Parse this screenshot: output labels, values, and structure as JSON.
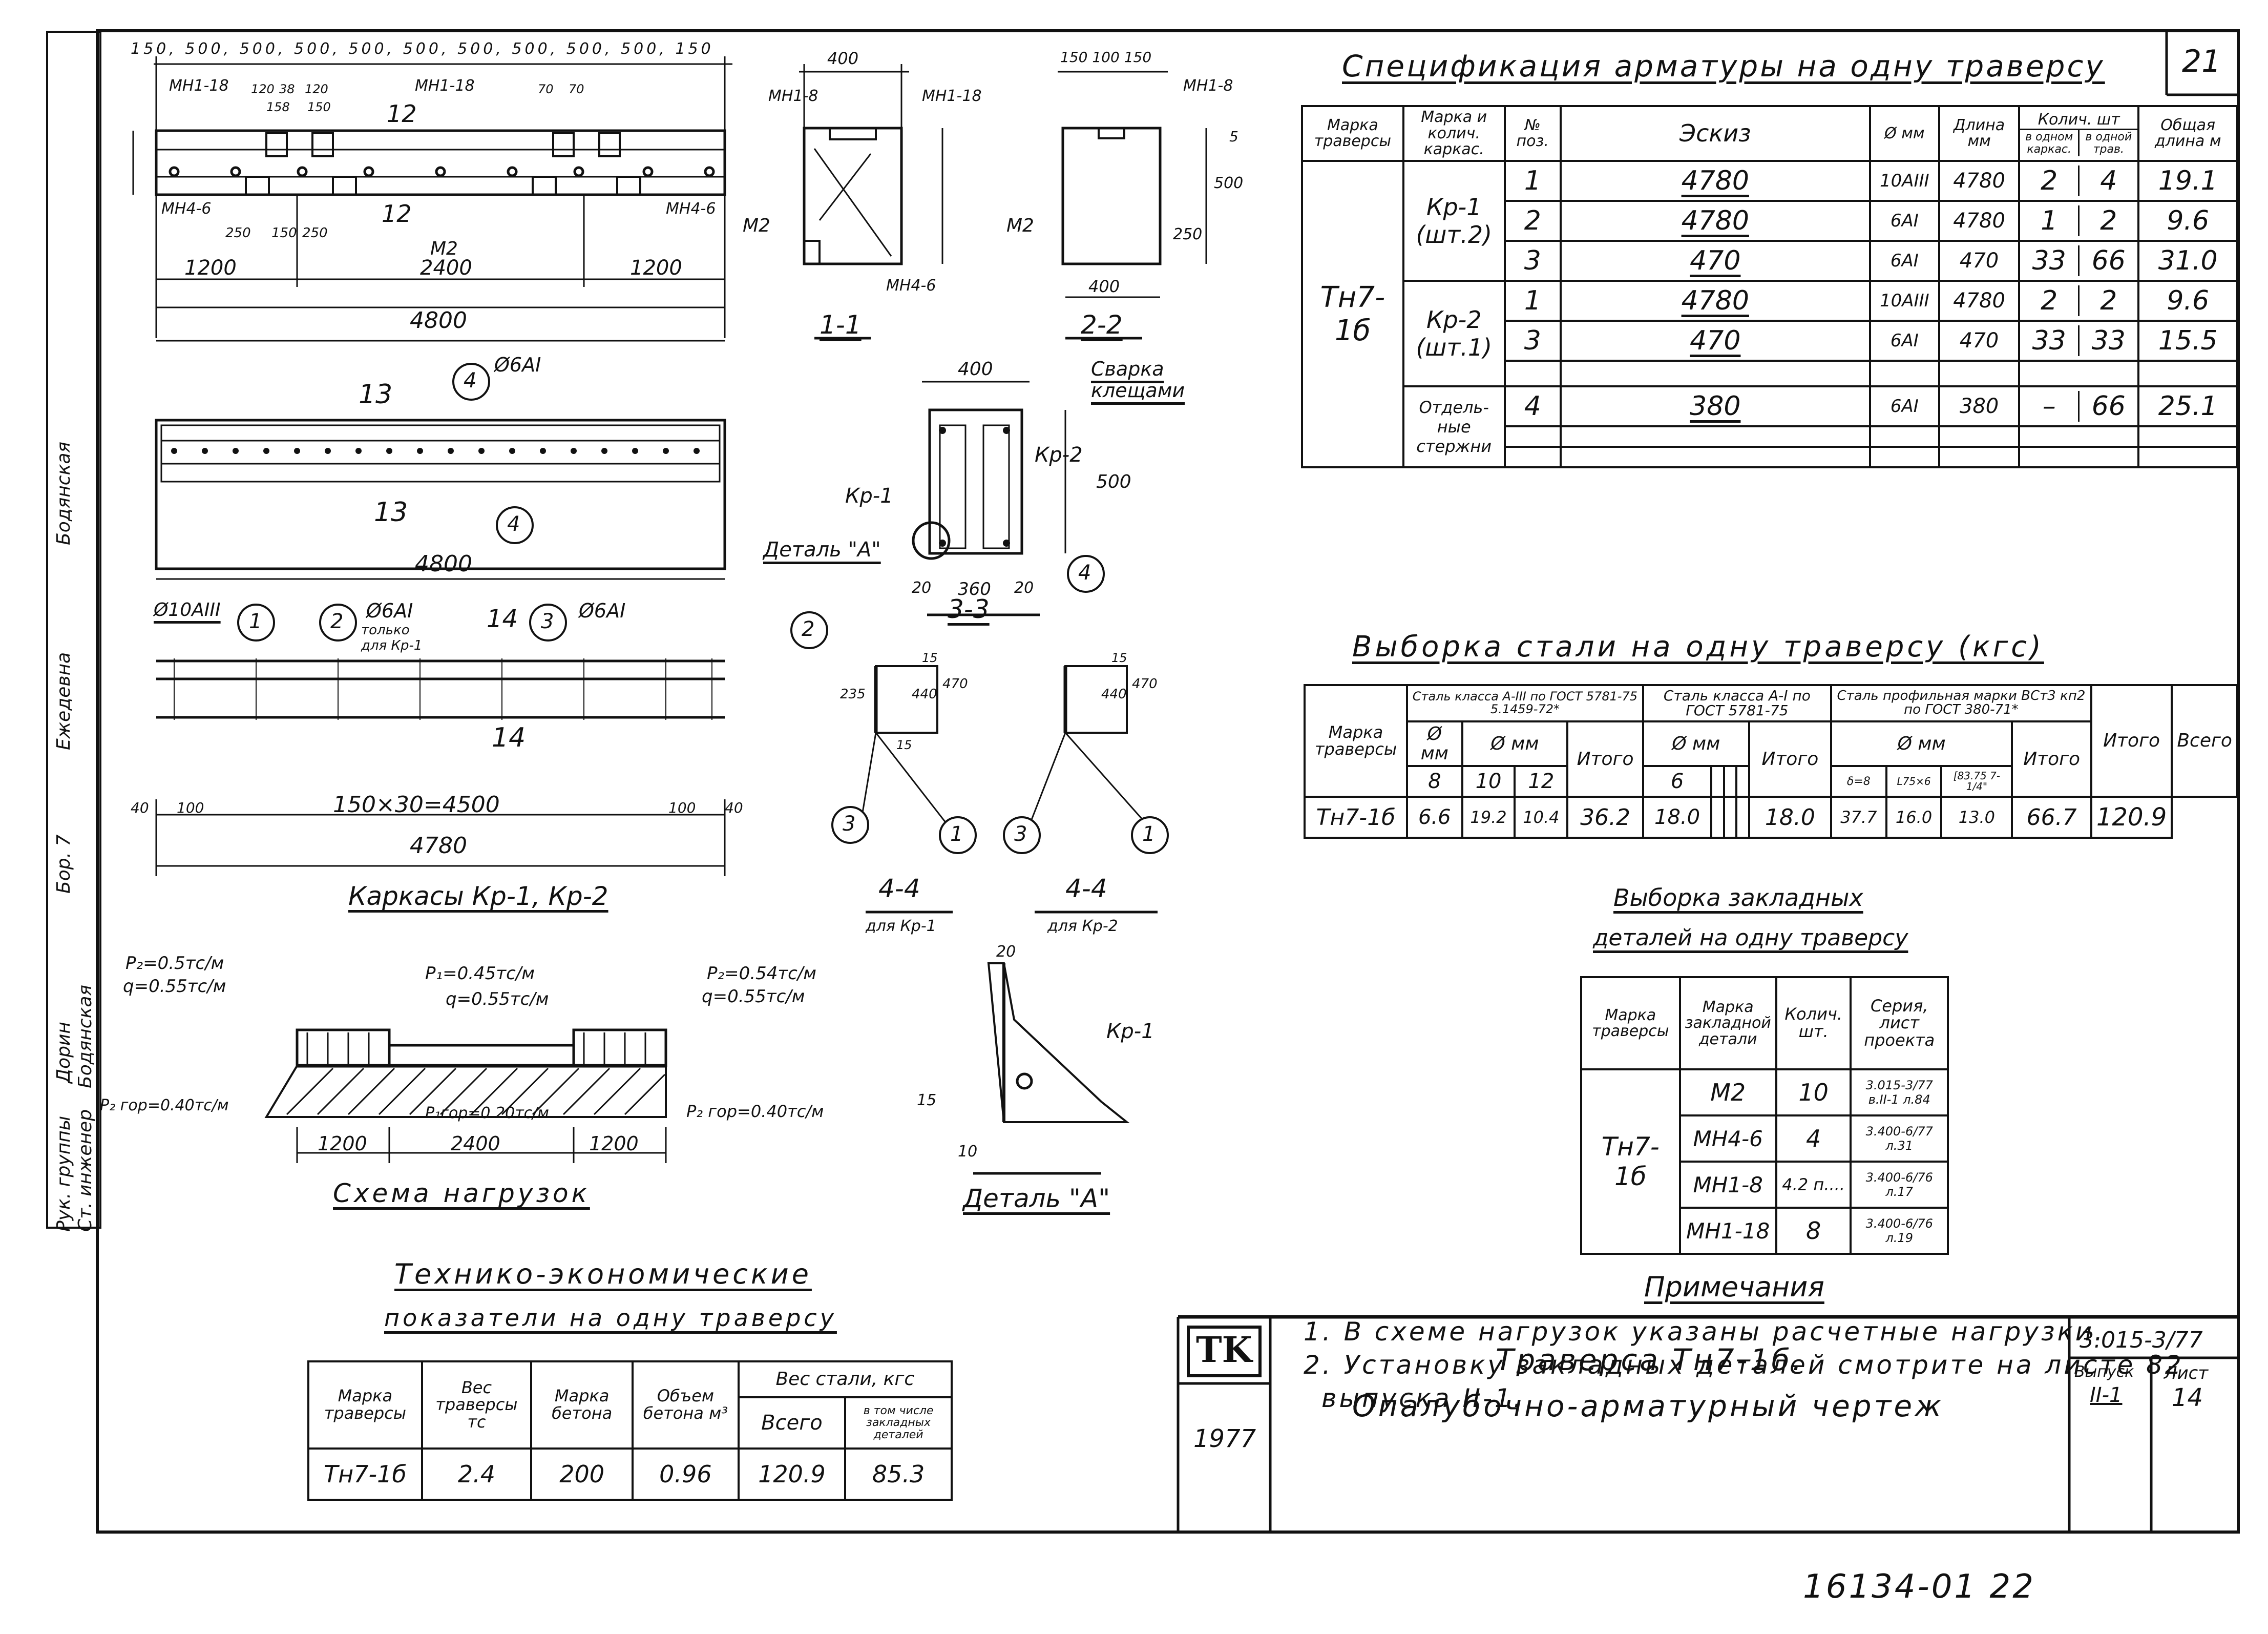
{
  "sheet": {
    "number": "21",
    "bottom_code": "16134-01 22",
    "stamp_logo": "TK",
    "stamp_year": "1977",
    "title_line1": "Траверса Тн7-1б.",
    "title_line2": "Опалубочно-арматурный чертеж",
    "series": "3.015-3/77",
    "issue_label": "Выпуск",
    "issue_value": "II-1",
    "sheet_label": "Лист",
    "sheet_value": "14"
  },
  "left_strip": {
    "entries": [
      "Бодянская",
      "Ежедевна",
      "Бор. 7",
      "Дорин",
      "Бодянская",
      "Рук. группы",
      "Ст. инженер"
    ]
  },
  "spec_table": {
    "title": "Спецификация арматуры на одну траверсу",
    "headers": [
      "Марка траверсы",
      "Марка и колич. каркас.",
      "№ поз.",
      "Эскиз",
      "Ø мм",
      "Длина мм",
      "Колич. шт",
      "Общая длина м"
    ],
    "subheaders": [
      "в одном каркас.",
      "в одной трав."
    ],
    "mark": "Тн7-1б",
    "groups": [
      {
        "frame": "Кр-1 (шт.2)",
        "rows": [
          {
            "pos": "1",
            "sketch": "4780",
            "dia": "10АIII",
            "len": "4780",
            "q1": "2",
            "q2": "4",
            "total": "19.1"
          },
          {
            "pos": "2",
            "sketch": "4780",
            "dia": "6АI",
            "len": "4780",
            "q1": "1",
            "q2": "2",
            "total": "9.6"
          },
          {
            "pos": "3",
            "sketch": "470",
            "dia": "6АI",
            "len": "470",
            "q1": "33",
            "q2": "66",
            "total": "31.0"
          }
        ]
      },
      {
        "frame": "Кр-2 (шт.1)",
        "rows": [
          {
            "pos": "1",
            "sketch": "4780",
            "dia": "10АIII",
            "len": "4780",
            "q1": "2",
            "q2": "2",
            "total": "9.6"
          },
          {
            "pos": "3",
            "sketch": "470",
            "dia": "6АI",
            "len": "470",
            "q1": "33",
            "q2": "33",
            "total": "15.5"
          }
        ]
      },
      {
        "frame": "Отдель- ные стержни",
        "rows": [
          {
            "pos": "4",
            "sketch": "380",
            "dia": "6АI",
            "len": "380",
            "q1": "–",
            "q2": "66",
            "total": "25.1"
          }
        ]
      }
    ]
  },
  "steel_table": {
    "title": "Выборка стали на одну траверсу (кгс)",
    "h_mark": "Марка траверсы",
    "h_a3": "Сталь класса А-III по ГОСТ 5781-75",
    "h_a3b": "5.1459-72*",
    "h_a1": "Сталь класса А-I по ГОСТ 5781-75",
    "h_prof": "Сталь профильная марки ВСт3 кп2 по ГОСТ 380-71*",
    "h_dia": "Ø мм",
    "h_total": "Итого",
    "h_all": "Всего",
    "dias_a3": [
      "8",
      "10",
      "12"
    ],
    "dias_a1": [
      "6"
    ],
    "dias_prof": [
      "δ=8",
      "L75×6",
      "[83.75 7-1/4\""
    ],
    "row": {
      "mark": "Тн7-1б",
      "a3_8": "6.6",
      "a3_10": "19.2",
      "a3_12": "10.4",
      "a3_total": "36.2",
      "a1_6": "18.0",
      "a1_total": "18.0",
      "p1": "37.7",
      "p2": "16.0",
      "p3": "13.0",
      "p_total": "66.7",
      "all": "120.9"
    }
  },
  "embed_table": {
    "title1": "Выборка закладных",
    "title2": "деталей на одну траверсу",
    "headers": [
      "Марка траверсы",
      "Марка закладной детали",
      "Колич. шт.",
      "Серия, лист проекта"
    ],
    "mark": "Тн7-1б",
    "rows": [
      {
        "part": "М2",
        "qty": "10",
        "ref": "3.015-3/77 в.II-1 л.84"
      },
      {
        "part": "МН4-6",
        "qty": "4",
        "ref": "3.400-6/77 л.31"
      },
      {
        "part": "МН1-8",
        "qty": "4.2 п....",
        "ref": "3.400-6/76 л.17"
      },
      {
        "part": "МН1-18",
        "qty": "8",
        "ref": "3.400-6/76 л.19"
      }
    ]
  },
  "notes": {
    "title": "Примечания",
    "items": [
      "1. В схеме нагрузок указаны расчетные нагрузки.",
      "2. Установку закладных деталей смотрите на листе 82",
      "выпуска II-1."
    ]
  },
  "tech_table": {
    "title1": "Технико-экономические",
    "title2": "показатели на одну траверсу",
    "headers": [
      "Марка траверсы",
      "Вес траверсы тс",
      "Марка бетона",
      "Объем бетона м³",
      "Вес стали, кгс",
      "Всего",
      "в том числе закладных деталей"
    ],
    "row": {
      "mark": "Тн7-1б",
      "weight": "2.4",
      "grade": "200",
      "volume": "0.96",
      "steel": "120.9",
      "embed": "85.3"
    }
  },
  "drawings": {
    "top_dims": [
      "150",
      "500",
      "500",
      "500",
      "500",
      "500",
      "500",
      "500",
      "500",
      "500",
      "150"
    ],
    "dim_1200a": "1200",
    "dim_2400": "2400",
    "dim_1200b": "1200",
    "dim_4800": "4800",
    "label_12": "12",
    "mh118": "МН1-18",
    "mh46": "МН4-6",
    "m2": "М2",
    "mh18": "МН1-8",
    "small_dims": [
      "120",
      "38",
      "120",
      "158",
      "150",
      "250",
      "150",
      "250",
      "70",
      "70"
    ],
    "sec11": "1-1",
    "sec22": "2-2",
    "sec33": "3-3",
    "sec_dims": [
      "400",
      "150",
      "100",
      "150",
      "500",
      "250",
      "400",
      "5"
    ],
    "weld": "Сварка клещами",
    "kr1": "Кр-1",
    "kr2": "Кр-2",
    "detail_a": "Деталь \"А\"",
    "sec3_dims": [
      "400",
      "500",
      "20",
      "360",
      "20"
    ],
    "label_13": "13",
    "label_14": "14",
    "frames_caption": "Каркасы Кр-1, Кр-2",
    "bar1": "Ø10АIII",
    "bar2": "Ø6АI",
    "bar2_note": "только для Кр-1",
    "bar3": "Ø6АI",
    "bar4": "Ø6АI",
    "step": "150×30=4500",
    "dim_4780": "4780",
    "d40a": "40",
    "d100a": "100",
    "d100b": "100",
    "d40b": "40",
    "sec44_a": "4-4",
    "sec44_a_sub": "для Кр-1",
    "sec44_b": "4-4",
    "sec44_b_sub": "для Кр-2",
    "sec44_dims": [
      "235",
      "440",
      "470",
      "15",
      "15",
      "440",
      "470",
      "15"
    ],
    "loads": {
      "p2l": "P₂=0.5тс/м",
      "ql": "q=0.55тс/м",
      "p1": "P₁=0.45тс/м",
      "qm": "q=0.55тс/м",
      "p2r": "P₂=0.54тс/м",
      "qr": "q=0.55тс/м",
      "p2gl": "P₂ гор=0.40тс/м",
      "p1g": "P₁гор=0.20тс/м",
      "p2gr": "P₂ гор=0.40тс/м",
      "d1": "1200",
      "d2": "2400",
      "d3": "1200",
      "caption": "Схема нагрузок"
    },
    "detail_dims": [
      "20",
      "15",
      "10"
    ],
    "detail_caption": "Деталь \"А\"",
    "circles": [
      "1",
      "2",
      "3",
      "4"
    ]
  }
}
